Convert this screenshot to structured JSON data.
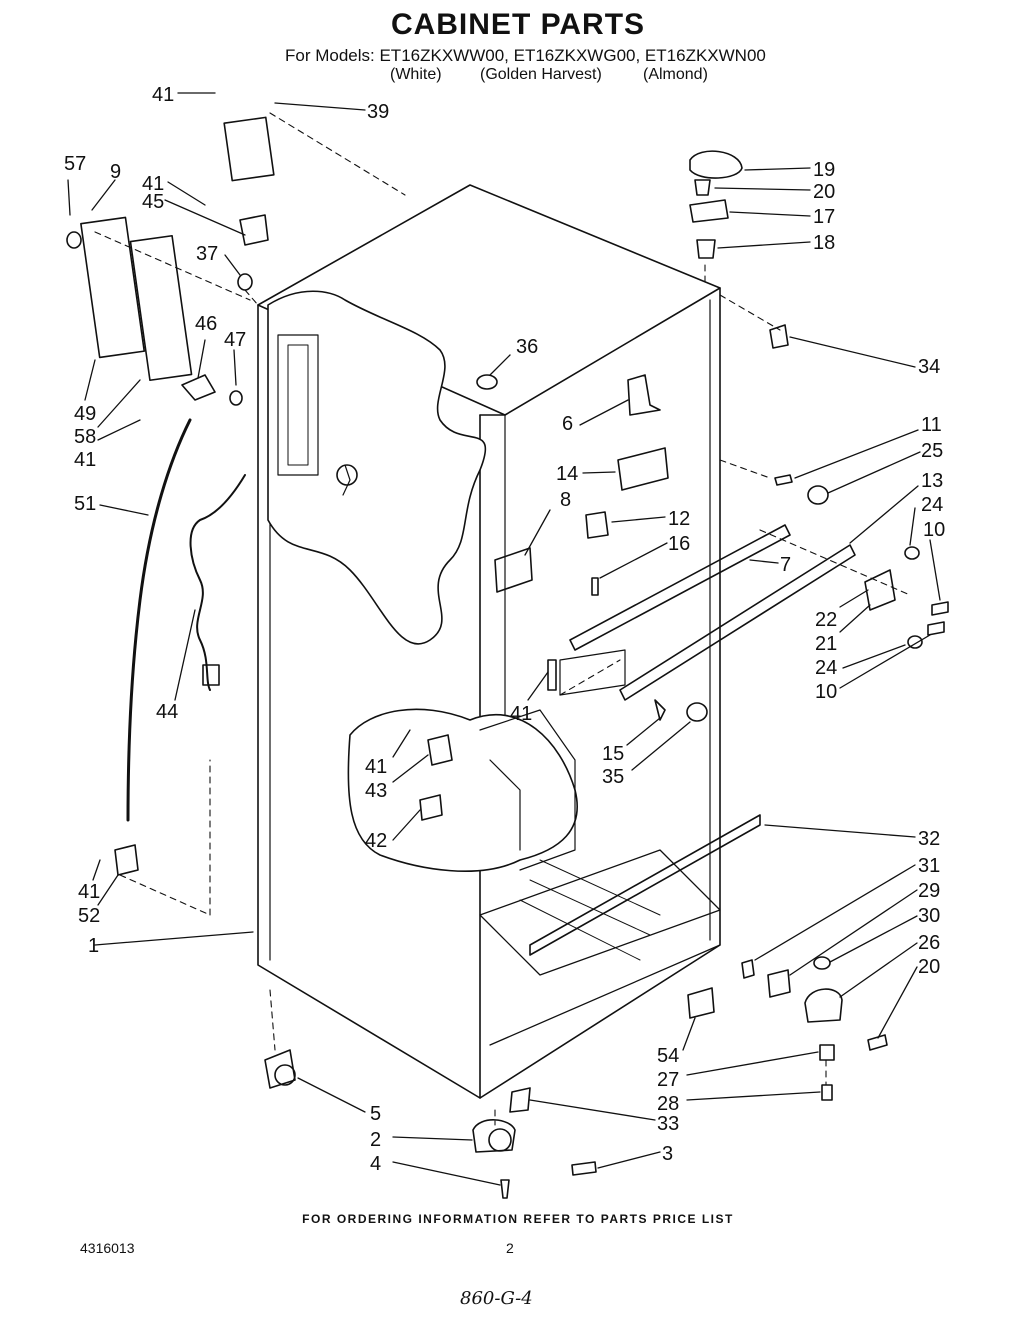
{
  "header": {
    "title": "CABINET PARTS",
    "models_line": "For Models: ET16ZKXWW00, ET16ZKXWG00, ET16ZKXWN00",
    "variants": [
      "(White)",
      "(Golden Harvest)",
      "(Almond)"
    ]
  },
  "callouts": {
    "c41a": "41",
    "c39": "39",
    "c57": "57",
    "c9": "9",
    "c41b": "41",
    "c45": "45",
    "c37": "37",
    "c46": "46",
    "c47": "47",
    "c49": "49",
    "c58": "58",
    "c41c": "41",
    "c51": "51",
    "c44": "44",
    "c41d": "41",
    "c52": "52",
    "c1": "1",
    "c19": "19",
    "c20a": "20",
    "c17": "17",
    "c18": "18",
    "c34": "34",
    "c36": "36",
    "c6": "6",
    "c14": "14",
    "c11": "11",
    "c25": "25",
    "c13": "13",
    "c24a": "24",
    "c10a": "10",
    "c8": "8",
    "c12": "12",
    "c16": "16",
    "c7": "7",
    "c22": "22",
    "c21": "21",
    "c24b": "24",
    "c10b": "10",
    "c41e": "41",
    "c15": "15",
    "c35": "35",
    "c41f": "41",
    "c43": "43",
    "c42": "42",
    "c32": "32",
    "c31": "31",
    "c29": "29",
    "c30": "30",
    "c26": "26",
    "c20b": "20",
    "c54": "54",
    "c27": "27",
    "c28": "28",
    "c33": "33",
    "c5": "5",
    "c2": "2",
    "c3": "3",
    "c4": "4"
  },
  "footer": {
    "ordering_note": "FOR ORDERING INFORMATION REFER TO PARTS PRICE LIST",
    "doc_number": "4316013",
    "page_number": "2",
    "handwritten": "860-G-4"
  }
}
